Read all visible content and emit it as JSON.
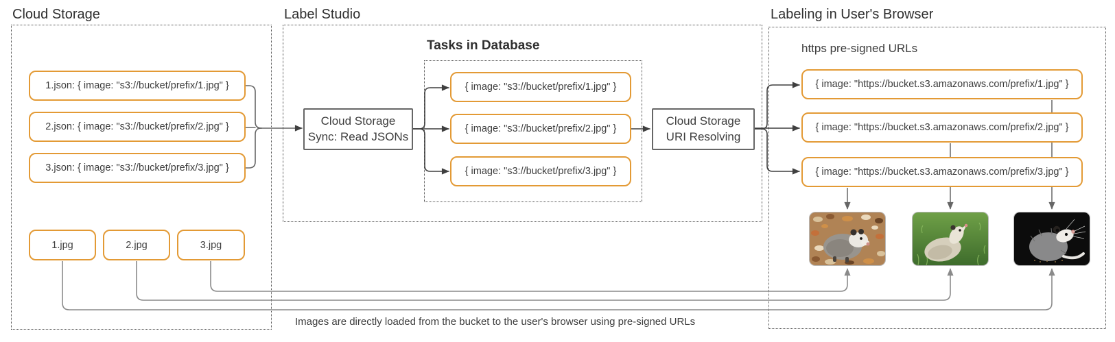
{
  "titles": {
    "cloud_storage": "Cloud Storage",
    "label_studio": "Label Studio",
    "browser": "Labeling in User's Browser"
  },
  "cloud_storage": {
    "json_files": [
      "1.json: { image: \"s3://bucket/prefix/1.jpg\" }",
      "2.json: { image: \"s3://bucket/prefix/2.jpg\" }",
      "3.json: { image: \"s3://bucket/prefix/3.jpg\" }"
    ],
    "jpg_files": [
      "1.jpg",
      "2.jpg",
      "3.jpg"
    ]
  },
  "label_studio": {
    "sync_box": {
      "line1": "Cloud Storage",
      "line2": "Sync: Read JSONs"
    },
    "tasks_title": "Tasks in Database",
    "tasks": [
      "{ image: \"s3://bucket/prefix/1.jpg\" }",
      "{ image: \"s3://bucket/prefix/2.jpg\" }",
      "{ image: \"s3://bucket/prefix/3.jpg\" }"
    ],
    "uri_box": {
      "line1": "Cloud Storage",
      "line2": "URI Resolving"
    }
  },
  "browser": {
    "subtitle": "https pre-signed URLs",
    "urls": [
      "{ image: \"https://bucket.s3.amazonaws.com/prefix/1.jpg\" }",
      "{ image: \"https://bucket.s3.amazonaws.com/prefix/2.jpg\" }",
      "{ image: \"https://bucket.s3.amazonaws.com/prefix/3.jpg\" }"
    ],
    "photos": [
      "opossum-photo-1",
      "opossum-photo-2",
      "opossum-photo-3"
    ]
  },
  "caption": "Images are directly loaded from the bucket to the user's browser using pre-signed URLs",
  "colors": {
    "node_border_orange": "#e39a35",
    "process_border_gray": "#666666",
    "edge_dark": "#3f3f3f",
    "edge_mid": "#666666",
    "edge_light": "#8a8a8a",
    "text": "#3d3d3d"
  }
}
